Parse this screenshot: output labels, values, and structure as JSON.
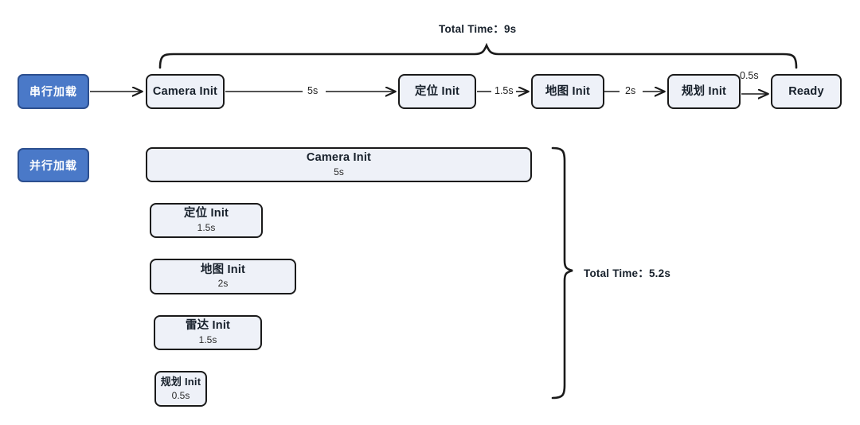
{
  "diagram": {
    "title_top": "Total Time：9s",
    "title_parallel": "Total Time：5.2s",
    "serial": {
      "tag": "串行加载",
      "nodes": [
        {
          "label": "Camera Init"
        },
        {
          "label": "定位 Init"
        },
        {
          "label": "地图 Init"
        },
        {
          "label": "规划 Init"
        },
        {
          "label": "Ready"
        }
      ],
      "edge_labels": [
        "5s",
        "1.5s",
        "2s",
        "0.5s"
      ]
    },
    "parallel": {
      "tag": "并行加载",
      "bars": [
        {
          "label": "Camera Init",
          "duration": "5s"
        },
        {
          "label": "定位 Init",
          "duration": "1.5s"
        },
        {
          "label": "地图 Init",
          "duration": "2s"
        },
        {
          "label": "雷达 Init",
          "duration": "1.5s"
        },
        {
          "label": "规划 Init",
          "duration": "0.5s"
        }
      ]
    },
    "colors": {
      "tag_fill": "#4a79c8",
      "tag_border": "#2c4f8f",
      "node_fill": "#eef1f8",
      "node_border": "#1a1a1a",
      "stroke": "#1a1a1a"
    }
  }
}
